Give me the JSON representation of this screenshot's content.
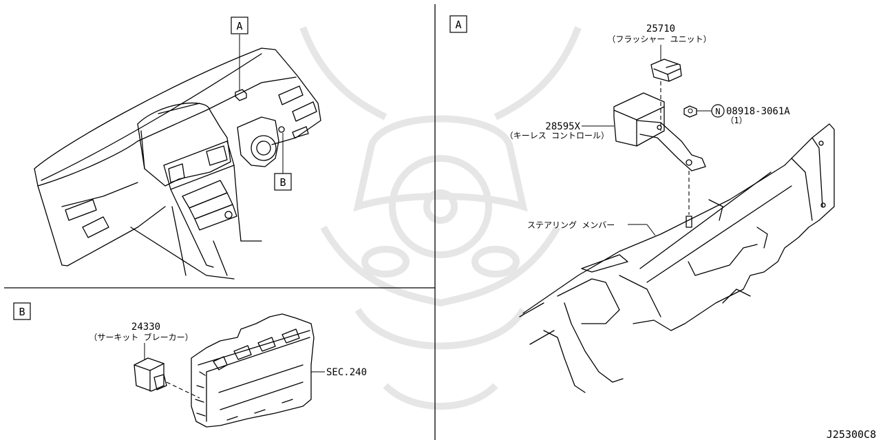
{
  "panels": {
    "overview_tag_a": "A",
    "overview_tag_b": "B",
    "detail_b_title": "B",
    "detail_a_title": "A"
  },
  "parts": {
    "circuit_breaker": {
      "number": "24330",
      "name": "（サーキット ブレーカー）"
    },
    "sec_ref": "SEC.240",
    "flasher": {
      "number": "25710",
      "name": "（フラッシャー ユニット）"
    },
    "keyless": {
      "number": "28595X",
      "name": "（キーレス コントロール）"
    },
    "nut": {
      "symbol": "N",
      "number": "08918-3061A",
      "qty": "（1）"
    },
    "steering_member": "ステアリング メンバー"
  },
  "diagram_code": "J25300C8"
}
